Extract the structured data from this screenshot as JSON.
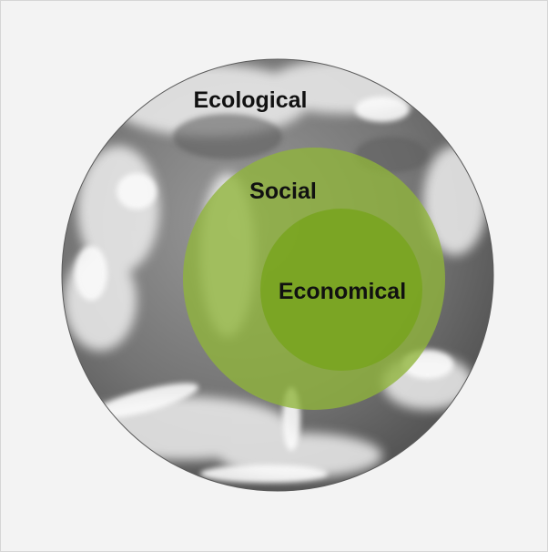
{
  "diagram": {
    "outer_label": "Ecological",
    "middle_label": "Social",
    "inner_label": "Economical"
  },
  "colors": {
    "background": "#f3f3f3",
    "earth_gray": "#7a7a7a",
    "cloud_white": "#f0f0f0",
    "social_green": "#8fb53a",
    "economical_green": "#78a51e"
  },
  "icons": {
    "earth": "earth-globe-icon"
  }
}
